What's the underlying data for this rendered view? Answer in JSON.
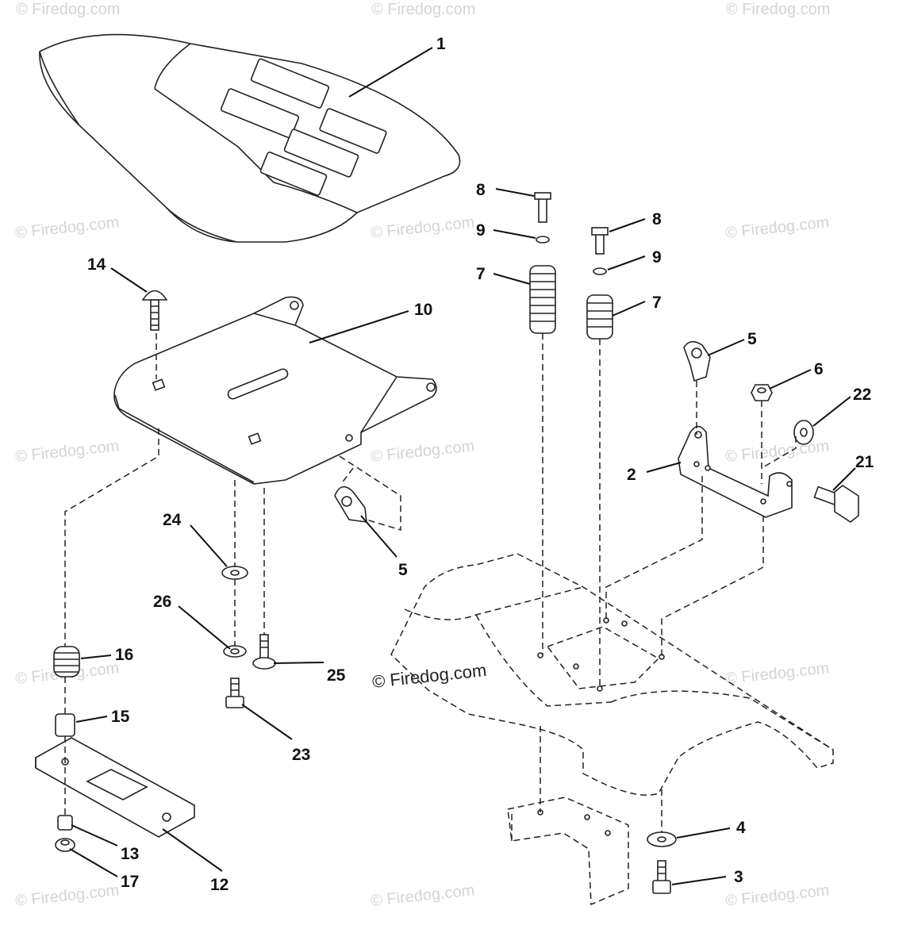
{
  "watermark": {
    "tiled_text": "© Firedog.com",
    "main_text": "© Firedog.com"
  },
  "callouts": [
    {
      "id": "c1",
      "label": "1"
    },
    {
      "id": "c14",
      "label": "14"
    },
    {
      "id": "c10",
      "label": "10"
    },
    {
      "id": "c8a",
      "label": "8"
    },
    {
      "id": "c9a",
      "label": "9"
    },
    {
      "id": "c7a",
      "label": "7"
    },
    {
      "id": "c8b",
      "label": "8"
    },
    {
      "id": "c9b",
      "label": "9"
    },
    {
      "id": "c7b",
      "label": "7"
    },
    {
      "id": "c5a",
      "label": "5"
    },
    {
      "id": "c6",
      "label": "6"
    },
    {
      "id": "c22",
      "label": "22"
    },
    {
      "id": "c21",
      "label": "21"
    },
    {
      "id": "c2",
      "label": "2"
    },
    {
      "id": "c5b",
      "label": "5"
    },
    {
      "id": "c24",
      "label": "24"
    },
    {
      "id": "c26",
      "label": "26"
    },
    {
      "id": "c25",
      "label": "25"
    },
    {
      "id": "c16",
      "label": "16"
    },
    {
      "id": "c15",
      "label": "15"
    },
    {
      "id": "c23",
      "label": "23"
    },
    {
      "id": "c13",
      "label": "13"
    },
    {
      "id": "c17",
      "label": "17"
    },
    {
      "id": "c12",
      "label": "12"
    },
    {
      "id": "c4",
      "label": "4"
    },
    {
      "id": "c3",
      "label": "3"
    }
  ]
}
